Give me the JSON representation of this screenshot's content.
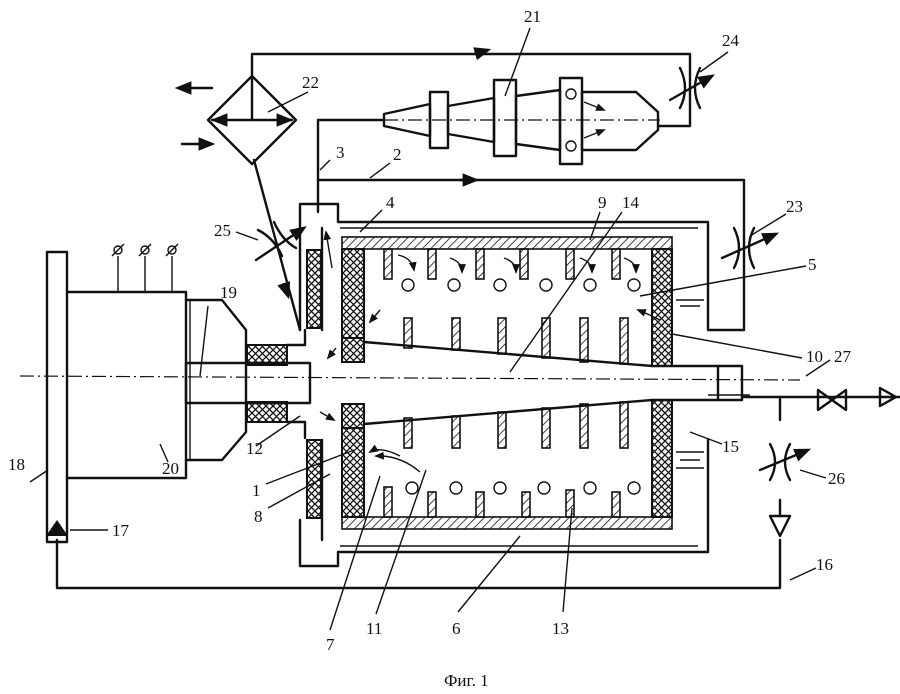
{
  "figure": {
    "caption": "Фиг. 1",
    "labels": {
      "n1": "1",
      "n2": "2",
      "n3": "3",
      "n4": "4",
      "n5": "5",
      "n6": "6",
      "n7": "7",
      "n8": "8",
      "n9": "9",
      "n10": "10",
      "n11": "11",
      "n12": "12",
      "n13": "13",
      "n14": "14",
      "n15": "15",
      "n16": "16",
      "n17": "17",
      "n18": "18",
      "n19": "19",
      "n20": "20",
      "n21": "21",
      "n22": "22",
      "n23": "23",
      "n24": "24",
      "n25": "25",
      "n26": "26",
      "n27": "27"
    }
  }
}
